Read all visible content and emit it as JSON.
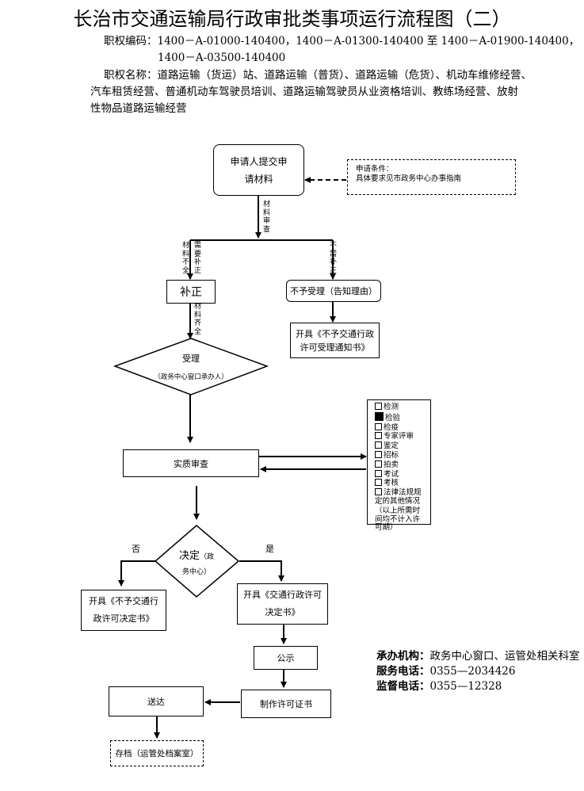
{
  "header": {
    "title": "长治市交通运输局行政审批类事项运行流程图（二）",
    "code_label": "职权编码：",
    "code_line1": "1400－A-01000-140400，1400－A-01300-140400 至 1400－A-01900-140400，",
    "code_line2": "1400－A-03500-140400",
    "name_label": "职权名称：",
    "name_line1": "道路运输（货运）站、道路运输（普货）、道路运输（危货）、机动车维修经营、",
    "name_line2": "汽车租赁经营、普通机动车驾驶员培训、道路运输驾驶员从业资格培训、教练场经营、放射",
    "name_line3": "性物品道路运输经营"
  },
  "flow": {
    "apply_line1": "申请人提交申",
    "apply_line2": "请材料",
    "condition_line1": "申请条件：",
    "condition_line2": "具体要求见市政务中心办事指南",
    "review_label": "材料审查",
    "incomplete_label": "材料不全",
    "need_correction_label": "需要补正",
    "not_needed_label": "不需补正",
    "correction": "补正",
    "complete_label": "材料齐全",
    "reject": "不予受理（告知理由）",
    "reject_notice_line1": "开具《不予交通行政",
    "reject_notice_line2": "许可受理通知书》",
    "accept": "受理",
    "accept_sub": "（政务中心窗口承办人）",
    "substantive_review": "实质审查",
    "checklist": [
      "检测",
      "检验",
      "检疫",
      "专家评审",
      "鉴定",
      "招标",
      "拍卖",
      "考试",
      "考核",
      "法律法规规定的其他情况"
    ],
    "checklist_checked": [
      false,
      true,
      false,
      false,
      false,
      false,
      false,
      false,
      false,
      false
    ],
    "checklist_note": "（以上所需时间均不计入许可期）",
    "decision": "决定",
    "decision_sub1": "（政",
    "decision_sub2": "务中心）",
    "no_label": "否",
    "yes_label": "是",
    "deny_line1": "开具《不予交通行",
    "deny_line2": "政许可决定书》",
    "grant_line1": "开具《交通行政许可",
    "grant_line2": "决定书》",
    "publicize": "公示",
    "make_cert": "制作许可证书",
    "deliver": "送达",
    "archive": "存档（运管处档案室）"
  },
  "contact": {
    "org_label": "承办机构：",
    "org_value": "政务中心窗口、运管处相关科室",
    "service_label": "服务电话：",
    "service_value": "0355—2034426",
    "supervise_label": "监督电话：",
    "supervise_value": "0355—12328"
  }
}
